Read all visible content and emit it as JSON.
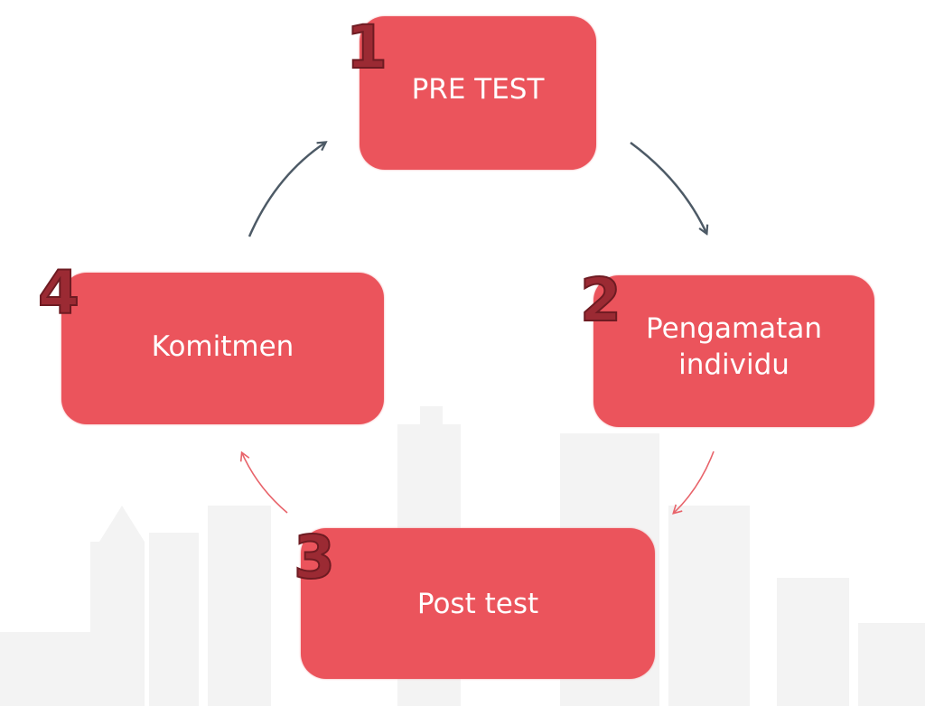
{
  "steps": [
    {
      "number": "1",
      "label": "PRE TEST"
    },
    {
      "number": "2",
      "label": "Pengamatan individu"
    },
    {
      "number": "3",
      "label": "Post test"
    },
    {
      "number": "4",
      "label": "Komitmen"
    }
  ],
  "colors": {
    "box": "#eb545c",
    "number": "#9b2a33",
    "arrow_dark": "#4d5a66",
    "arrow_red": "#e8636a"
  }
}
